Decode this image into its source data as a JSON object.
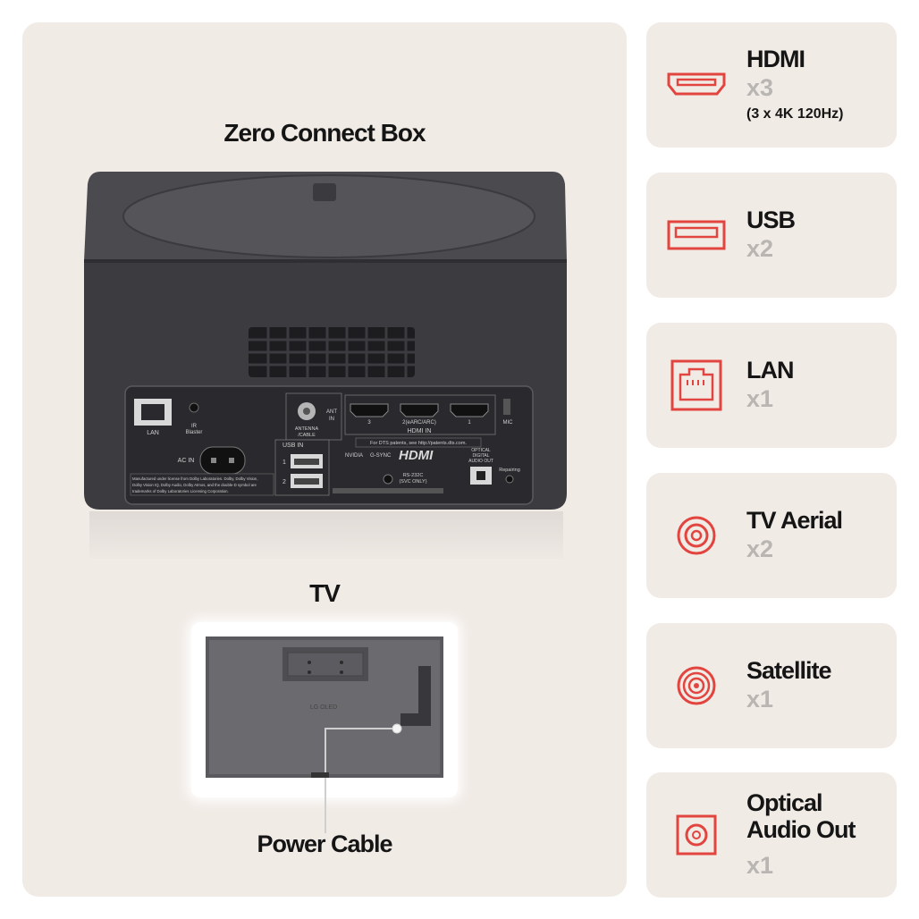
{
  "box": {
    "title": "Zero Connect Box",
    "port_labels": {
      "lan": "LAN",
      "ir": "IR",
      "ir_sub": "Blaster",
      "ac": "AC IN",
      "antenna": "ANTENNA",
      "antenna_sub": "/CABLE",
      "ant_in": "ANT",
      "ant_in_sub": "IN",
      "hdmi_3": "3",
      "hdmi_2": "2(eARC/ARC)",
      "hdmi_1": "1",
      "hdmi_in": "HDMI IN",
      "mic": "MIC",
      "usb_in": "USB IN",
      "usb_1": "1",
      "usb_2": "2",
      "dts": "For DTS patents, see http://patents.dts.com.",
      "nvidia": "NVIDIA",
      "gsync": "G-SYNC",
      "hdmi_logo": "HDMI",
      "rs232": "RS-232C",
      "rs232_sub": "(SVC ONLY)",
      "optical": "OPTICAL",
      "optical_sub": "DIGITAL",
      "optical_sub2": "AUDIO OUT",
      "repairing": "Repairing",
      "dolby_1": "Manufactured under license from Dolby Laboratories. Dolby, Dolby Vision,",
      "dolby_2": "Dolby Vision IQ, Dolby Audio, Dolby Atmos, and the double-D symbol are",
      "dolby_3": "trademarks of Dolby Laboratories Licensing Corporation."
    }
  },
  "tv": {
    "title": "TV",
    "brand": "LG OLED",
    "cable_label": "Power Cable"
  },
  "ports": [
    {
      "name": "HDMI",
      "count": "x3",
      "note": "(3 x 4K 120Hz)",
      "icon": "hdmi-icon"
    },
    {
      "name": "USB",
      "count": "x2",
      "icon": "usb-icon"
    },
    {
      "name": "LAN",
      "count": "x1",
      "icon": "lan-icon"
    },
    {
      "name": "TV Aerial",
      "count": "x2",
      "icon": "tv-aerial-icon"
    },
    {
      "name": "Satellite",
      "count": "x1",
      "icon": "satellite-icon"
    },
    {
      "name_line1": "Optical",
      "name_line2": "Audio Out",
      "count": "x1",
      "icon": "optical-audio-icon"
    }
  ],
  "colors": {
    "accent": "#e2443f",
    "panel": "#f1ebe6",
    "muted": "#b9b5b2",
    "device": "#3b3b40"
  }
}
